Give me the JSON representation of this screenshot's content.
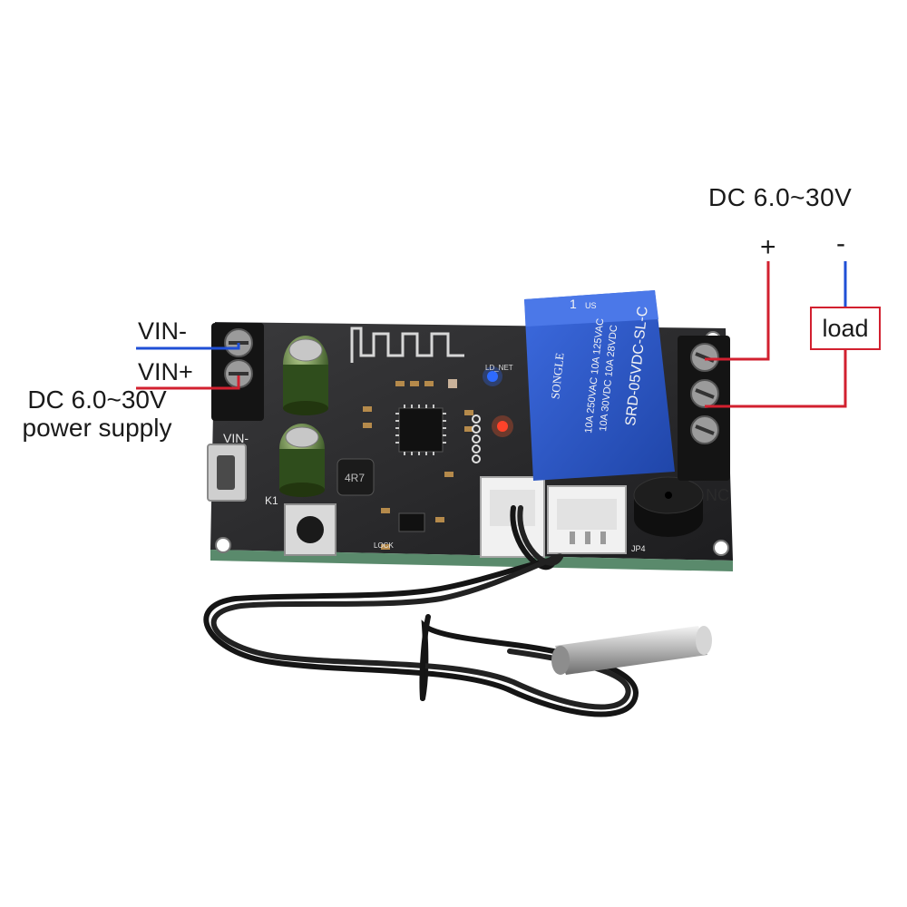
{
  "labels": {
    "vin_minus": "VIN-",
    "vin_plus": "VIN+",
    "power_supply": "DC 6.0~30V power supply",
    "supply_right": "DC  6.0~30V",
    "plus": "+",
    "minus": "-",
    "load": "load"
  },
  "board_silkscreen": {
    "terminal_vin": "VIN-",
    "terminal_nc": "NC",
    "k1": "K1",
    "ld_net": "LD_NET",
    "lock": "LOCK",
    "jp4": "JP4",
    "inductor": "4R7"
  },
  "relay": {
    "brand": "SONGLE",
    "model": "SRD-05VDC-SL-C",
    "rating_1": "10A 250VAC  10A 125VAC",
    "rating_2": "10A  30VDC  10A  28VDC",
    "pin": "1",
    "cert": "US"
  },
  "colors": {
    "wire_negative": "#1f4fd6",
    "wire_positive": "#d2202f",
    "pcb": "#2b2b2d",
    "relay": "#2a56c6"
  }
}
